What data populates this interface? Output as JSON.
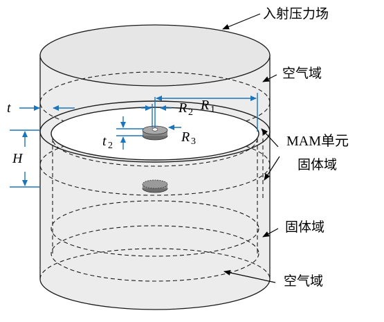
{
  "labels": {
    "incident_field": "入射压力场",
    "air_domain_top": "空气域",
    "mam_unit_line1": "MAM单元",
    "mam_unit_line2": "固体域",
    "solid_domain": "固体域",
    "air_domain_bottom": "空气域"
  },
  "dimensions": {
    "t": "t",
    "H": "H",
    "R1": "R",
    "R1_sub": "1",
    "R2": "R",
    "R2_sub": "2",
    "R3": "R",
    "R3_sub": "3",
    "t2": "t",
    "t2_sub": "2"
  },
  "colors": {
    "cylinder_fill": "#ececec",
    "outline": "#1a1a1a",
    "dimension": "#1b75bb",
    "unit_dark": "#6e6e6e",
    "unit_light": "#a8a8a8"
  }
}
